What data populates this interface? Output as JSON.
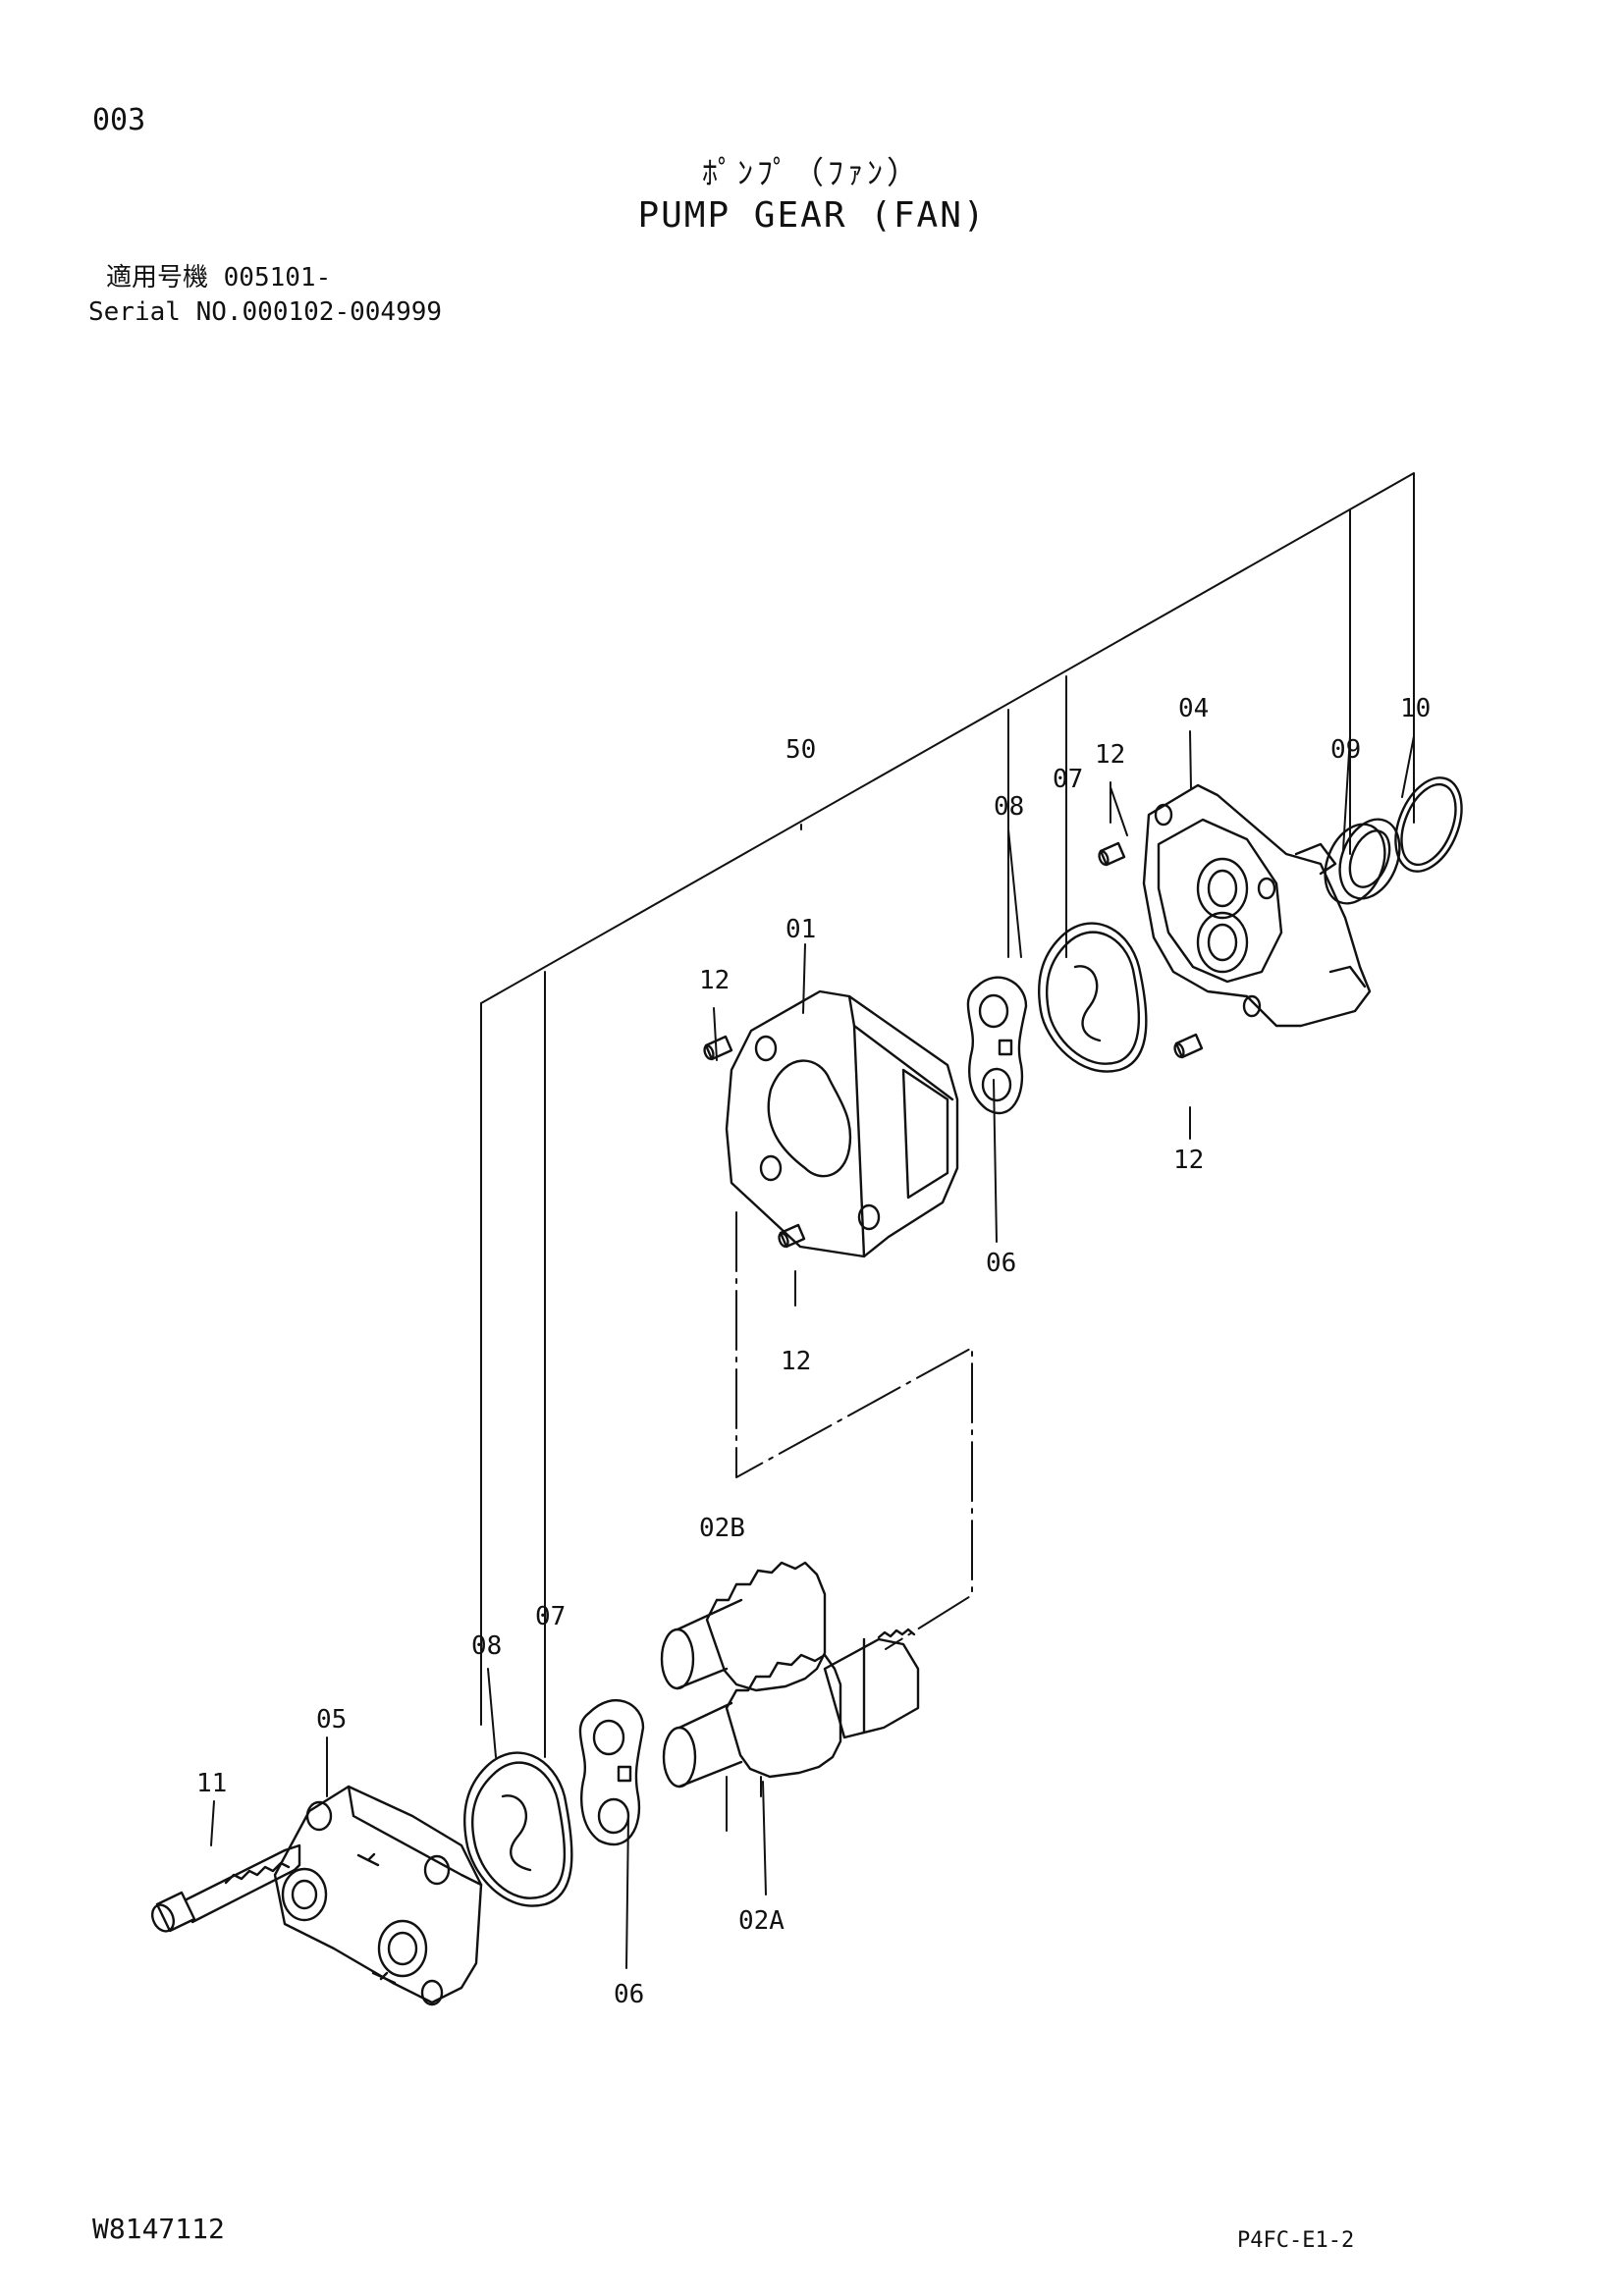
{
  "page_number": "003",
  "title_jp": "ﾎﾟﾝﾌﾟ（ﾌｧﾝ）",
  "title_en": "PUMP GEAR (FAN)",
  "applicability_jp": "適用号機 005101-",
  "applicability_en": "Serial NO.000102-004999",
  "callouts": {
    "c50": "50",
    "c08a": "08",
    "c07a": "07",
    "c12a": "12",
    "c04": "04",
    "c09": "09",
    "c10": "10",
    "c01": "01",
    "c12b": "12",
    "c12c": "12",
    "c06a": "06",
    "c12d": "12",
    "c02b": "02B",
    "c08b": "08",
    "c07b": "07",
    "c05": "05",
    "c11": "11",
    "c02a": "02A",
    "c06b": "06"
  },
  "footer_left": "W8147112",
  "footer_right": "P4FC-E1-2"
}
